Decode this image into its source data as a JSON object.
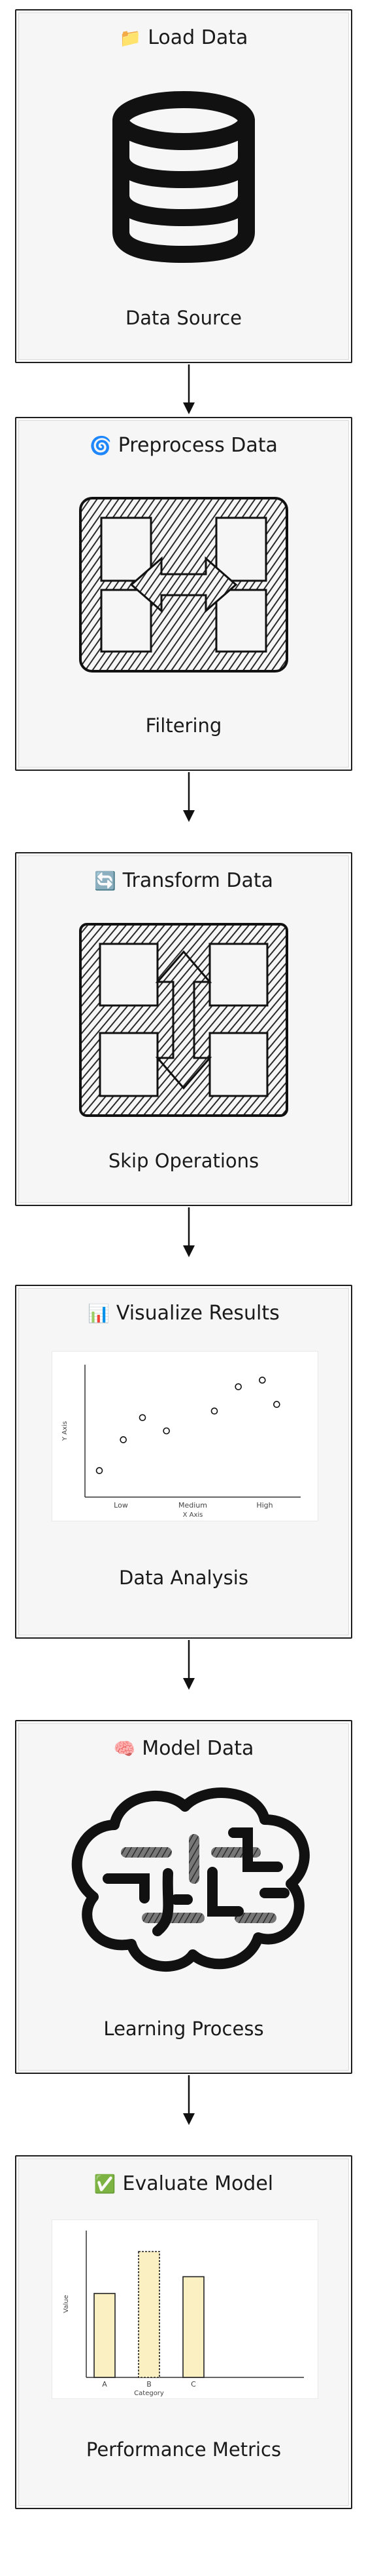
{
  "steps": [
    {
      "icon": "📁",
      "title": "Load Data",
      "caption": "Data Source",
      "icon_name": "database-icon"
    },
    {
      "icon": "🌀",
      "title": "Preprocess Data",
      "caption": "Filtering",
      "icon_name": "filter-merge-icon"
    },
    {
      "icon": "🔄",
      "title": "Transform Data",
      "caption": "Skip Operations",
      "icon_name": "transform-icon"
    },
    {
      "icon": "📊",
      "title": "Visualize Results",
      "caption": "Data Analysis",
      "icon_name": "scatter-chart-icon"
    },
    {
      "icon": "🧠",
      "title": "Model Data",
      "caption": "Learning Process",
      "icon_name": "brain-icon"
    },
    {
      "icon": "✅",
      "title": "Evaluate Model",
      "caption": "Performance Metrics",
      "icon_name": "bar-chart-icon"
    }
  ],
  "chart_data": [
    {
      "type": "scatter",
      "xlabel": "X Axis",
      "ylabel": "Y Axis",
      "x_ticks": [
        "Low",
        "Medium",
        "High"
      ],
      "points": [
        [
          0.3,
          1.2
        ],
        [
          0.8,
          2.6
        ],
        [
          1.2,
          3.6
        ],
        [
          1.7,
          3.0
        ],
        [
          2.7,
          3.9
        ],
        [
          3.2,
          5.0
        ],
        [
          3.7,
          5.3
        ],
        [
          4.0,
          4.2
        ]
      ],
      "xlim": [
        0,
        4.5
      ],
      "ylim": [
        0,
        6
      ]
    },
    {
      "type": "bar",
      "categories": [
        "A",
        "B",
        "C"
      ],
      "values": [
        4,
        6,
        4.8
      ],
      "xlabel": "Category",
      "ylabel": "Value",
      "ylim": [
        0,
        7
      ],
      "bar_color": "#fbf0c2"
    }
  ],
  "colors": {
    "stroke": "#1e1e1e",
    "hatch": "#3a3a3a",
    "bar_fill": "#fbf0c2"
  }
}
